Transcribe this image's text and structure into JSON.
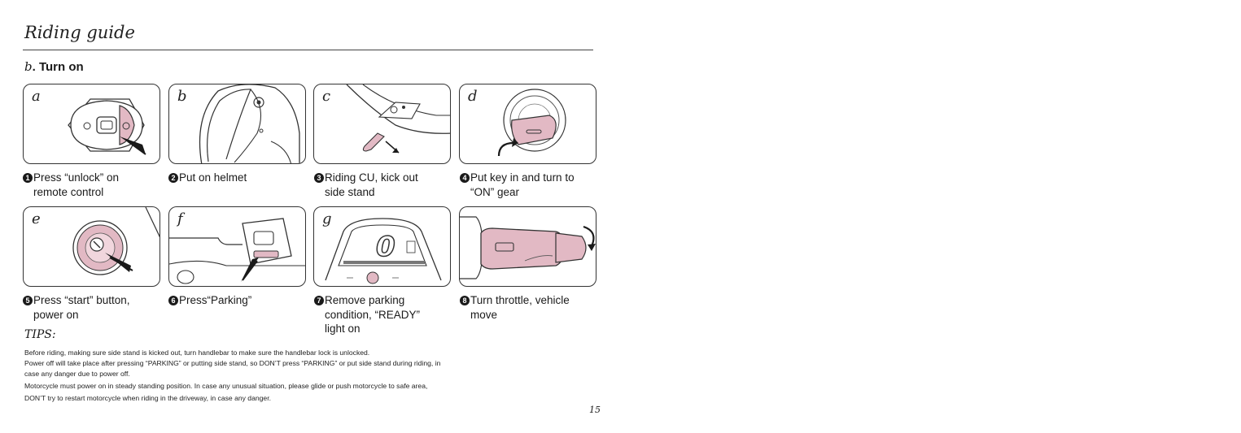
{
  "page": {
    "title": "Riding guide",
    "subtitle_letter": "b",
    "subtitle_text": ". Turn on",
    "page_number": "15"
  },
  "steps": [
    {
      "letter": "a",
      "number": "1",
      "lines": [
        "Press “unlock” on",
        "remote control"
      ],
      "icon": "remote-control-unlock"
    },
    {
      "letter": "b",
      "number": "2",
      "lines": [
        "Put on helmet"
      ],
      "icon": "helmet"
    },
    {
      "letter": "c",
      "number": "3",
      "lines": [
        "Riding CU, kick out",
        "side stand"
      ],
      "icon": "side-stand"
    },
    {
      "letter": "d",
      "number": "4",
      "lines": [
        "Put key in and turn to",
        "“ON” gear"
      ],
      "icon": "ignition-key"
    },
    {
      "letter": "e",
      "number": "5",
      "lines": [
        "Press “start” button,",
        "power on"
      ],
      "icon": "start-button"
    },
    {
      "letter": "f",
      "number": "6",
      "lines": [
        "Press“Parking”"
      ],
      "icon": "parking-switch"
    },
    {
      "letter": "g",
      "number": "7",
      "lines": [
        "Remove parking",
        "condition, “READY”",
        "light on"
      ],
      "icon": "dashboard-display"
    },
    {
      "letter": "",
      "number": "8",
      "lines": [
        "Turn throttle, vehicle",
        "move"
      ],
      "icon": "throttle-grip"
    }
  ],
  "tips": {
    "heading": "TIPS",
    "colon": ":",
    "lines": [
      "Before riding, making sure side stand is kicked out, turn handlebar to make sure the handlebar lock is unlocked.",
      "Power off will take place after pressing “PARKING” or putting side stand, so DON’T press “PARKING” or put side stand during riding,  in",
      "case any danger due to power off.",
      "Motorcycle must power on in steady standing position. In case any unusual situation, please glide or push motorcycle to safe area,",
      "DON’T try to restart motorcycle when riding in the driveway, in case any danger."
    ]
  },
  "colors": {
    "accent_pink": "#e2b9c4",
    "line": "#2a2a2a"
  },
  "display_readout": {
    "speed_digit": "0"
  }
}
